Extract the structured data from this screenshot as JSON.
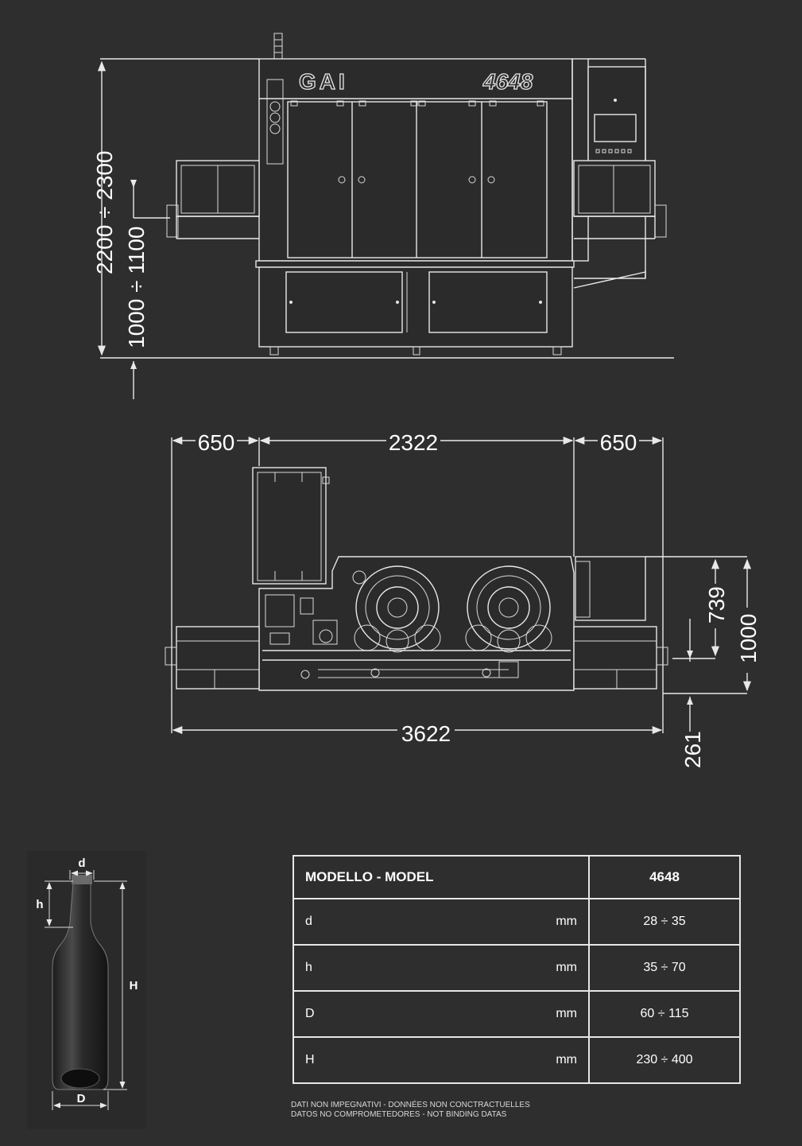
{
  "machine": {
    "brand": "GAI",
    "model_badge": "4648"
  },
  "front_view": {
    "dim_total_height": "2200 ÷ 2300",
    "dim_conveyor_height": "1000 ÷ 1100"
  },
  "top_view": {
    "dim_left": "650",
    "dim_center": "2322",
    "dim_right": "650",
    "dim_total_width": "3622",
    "dim_depth_1": "739",
    "dim_depth_2": "1000",
    "dim_offset": "261"
  },
  "bottle": {
    "label_d": "d",
    "label_h": "h",
    "label_H": "H",
    "label_D": "D"
  },
  "spec_table": {
    "header_label": "MODELLO - MODEL",
    "header_value": "4648",
    "rows": [
      {
        "param": "d",
        "unit": "mm",
        "value": "28 ÷ 35"
      },
      {
        "param": "h",
        "unit": "mm",
        "value": "35 ÷ 70"
      },
      {
        "param": "D",
        "unit": "mm",
        "value": "60 ÷ 115"
      },
      {
        "param": "H",
        "unit": "mm",
        "value": "230 ÷ 400"
      }
    ]
  },
  "footer": {
    "line1": "DATI NON IMPEGNATIVI - DONNÉES NON CONCTRACTUELLES",
    "line2": "DATOS NO COMPROMETEDORES - NOT BINDING DATAS"
  },
  "colors": {
    "background": "#2e2e2e",
    "lines": "#e8e8e8"
  }
}
